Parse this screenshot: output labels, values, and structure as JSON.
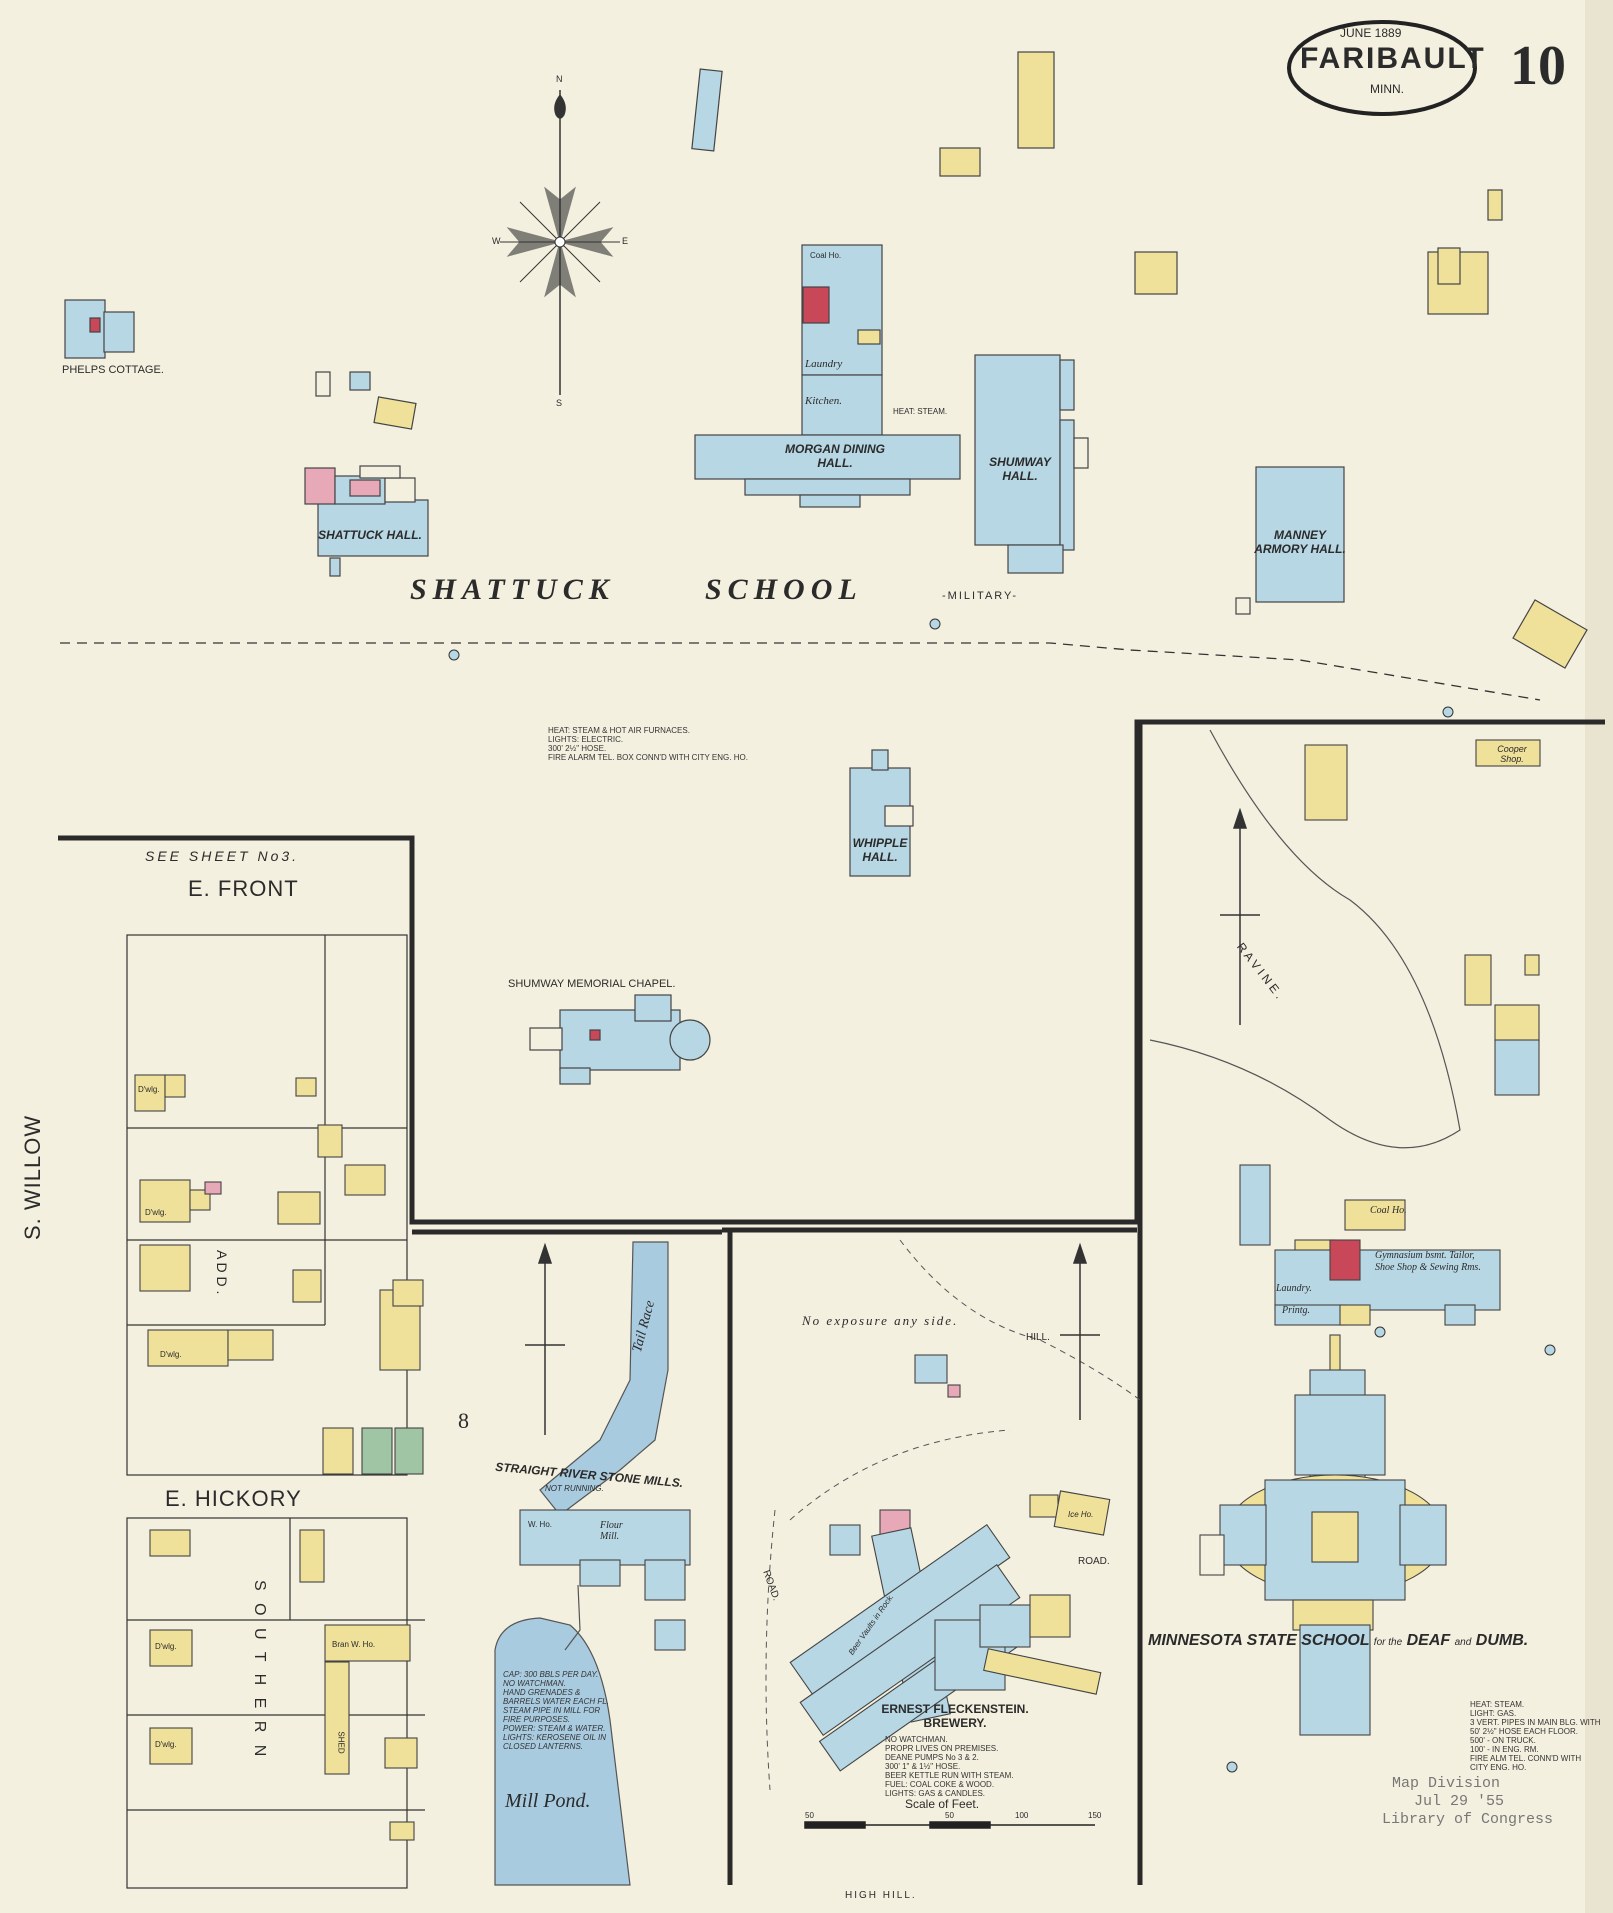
{
  "header": {
    "date": "JUNE 1889",
    "city": "FARIBAULT",
    "state": "MINN.",
    "sheet_number": "10"
  },
  "labels": {
    "shattuck": "SHATTUCK",
    "school": "SCHOOL",
    "military": "-MILITARY-",
    "morgan_dining_hall": "MORGAN DINING HALL.",
    "shumway_hall": "SHUMWAY HALL.",
    "manney_armory_hall": "MANNEY ARMORY HALL.",
    "shattuck_hall": "SHATTUCK HALL.",
    "phelps_cottage": "PHELPS COTTAGE.",
    "whipple_hall": "WHIPPLE HALL.",
    "shumway_memorial_chapel": "SHUMWAY MEMORIAL CHAPEL.",
    "see_sheet": "SEE SHEET No3.",
    "e_front": "E. FRONT",
    "e_hickory": "E. HICKORY",
    "s_willow": "S. WILLOW",
    "add": "A D D .",
    "southern": "S O U T H E R N",
    "block_8": "8",
    "ravine": "R A V I N E .",
    "straight_river_stone_mills": "STRAIGHT RIVER STONE MILLS.",
    "not_running": "NOT RUNNING.",
    "tail_race": "Tail Race",
    "mill_pond": "Mill Pond.",
    "flour_mill": "Flour Mill.",
    "no_exposure_any_side": "No exposure any side.",
    "hill": "HILL.",
    "high_hill": "HIGH HILL.",
    "road": "ROAD.",
    "ernest_fleckenstein_brewery": "ERNEST FLECKENSTEIN. BREWERY.",
    "minnesota_state_school": "MINNESOTA STATE SCHOOL",
    "for_the": "for the",
    "deaf": "DEAF",
    "and": "and",
    "dumb": "DUMB.",
    "cooper_shop": "Cooper Shop.",
    "coal_ho": "Coal Ho.",
    "gymnasium": "Gymnasium bsmt. Tailor, Shoe Shop & Sewing Rms.",
    "laundry": "Laundry.",
    "printg": "Printg.",
    "scale_of_feet": "Scale of Feet.",
    "scale_ticks": [
      "50",
      "50",
      "100",
      "150"
    ],
    "kitchen": "Kitchen.",
    "laundry_shattuck": "Laundry",
    "coal_ho_shattuck": "Coal Ho.",
    "heat_steam": "HEAT: STEAM.",
    "brewery_vaults": "Beer Vaults in Rock.",
    "ice_ho": "Ice Ho.",
    "bran_w_ho": "Bran W. Ho.",
    "w_ho": "W. Ho.",
    "shed": "SHED",
    "dwlg": "D'wlg."
  },
  "notes": {
    "shattuck_heat": [
      "HEAT: STEAM & HOT AIR FURNACES.",
      "LIGHTS: ELECTRIC.",
      "300' 2½\" HOSE.",
      "FIRE ALARM TEL. BOX CONN'D WITH CITY ENG. HO."
    ],
    "mill_cap": [
      "CAP: 300 BBLS PER DAY.",
      "NO WATCHMAN.",
      "HAND GRENADES &",
      "BARRELS WATER EACH FL.",
      "STEAM PIPE IN MILL FOR",
      "FIRE PURPOSES.",
      "POWER: STEAM & WATER.",
      "LIGHTS: KEROSENE OIL IN",
      "CLOSED LANTERNS."
    ],
    "brewery": [
      "NO WATCHMAN.",
      "PROPR LIVES ON PREMISES.",
      "DEANE PUMPS No 3 & 2.",
      "300' 1\" & 1½\" HOSE.",
      "BEER KETTLE RUN WITH STEAM.",
      "FUEL: COAL COKE & WOOD.",
      "LIGHTS: GAS & CANDLES."
    ],
    "deaf_school": [
      "HEAT: STEAM.",
      "LIGHT: GAS.",
      "3 VERT. PIPES IN MAIN BLG. WITH",
      "50' 2½\" HOSE EACH FLOOR.",
      "500'  -  ON TRUCK.",
      "100'  -  IN ENG. RM.",
      "FIRE ALM TEL. CONN'D WITH",
      "CITY ENG. HO."
    ]
  },
  "stamp": {
    "line1": "Map Division",
    "line2": "Jul 29 '55",
    "line3": "Library of Congress"
  },
  "colors": {
    "paper": "#f4f0df",
    "stone_blue": "#b7d7e4",
    "frame_yellow": "#efe09a",
    "brick_pink": "#e7a8b8",
    "brick_red": "#c8485a",
    "water_blue": "#a9cbe0",
    "green": "#9fc5a4",
    "line": "#333333"
  },
  "compass": {
    "n": "N",
    "s": "S",
    "e": "E",
    "w": "W"
  }
}
